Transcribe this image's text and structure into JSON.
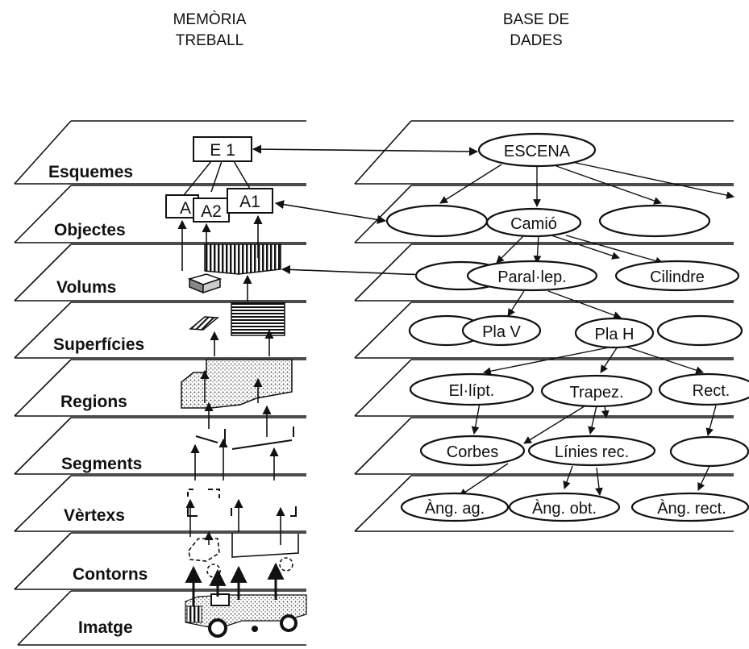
{
  "headers": {
    "left": [
      "MEMÒRIA",
      "TREBALL"
    ],
    "right": [
      "BASE DE",
      "DADES"
    ]
  },
  "levels": [
    "Esquemes",
    "Objectes",
    "Volums",
    "Superfícies",
    "Regions",
    "Segments",
    "Vèrtexs",
    "Contorns",
    "Imatge"
  ],
  "schema_boxes": {
    "e1": "E 1",
    "a": "A",
    "a2": "A2",
    "a1": "A1"
  },
  "nodes": {
    "escena": "ESCENA",
    "camio": "Camió",
    "parallep": "Paral·lep.",
    "cilindre": "Cilindre",
    "plav": "Pla V",
    "plah": "Pla H",
    "ellipt": "El·lípt.",
    "trapez": "Trapez.",
    "rect": "Rect.",
    "corbes": "Corbes",
    "linies": "Línies rec.",
    "angag": "Àng. ag.",
    "angobt": "Àng. obt.",
    "angrect": "Àng. rect."
  }
}
